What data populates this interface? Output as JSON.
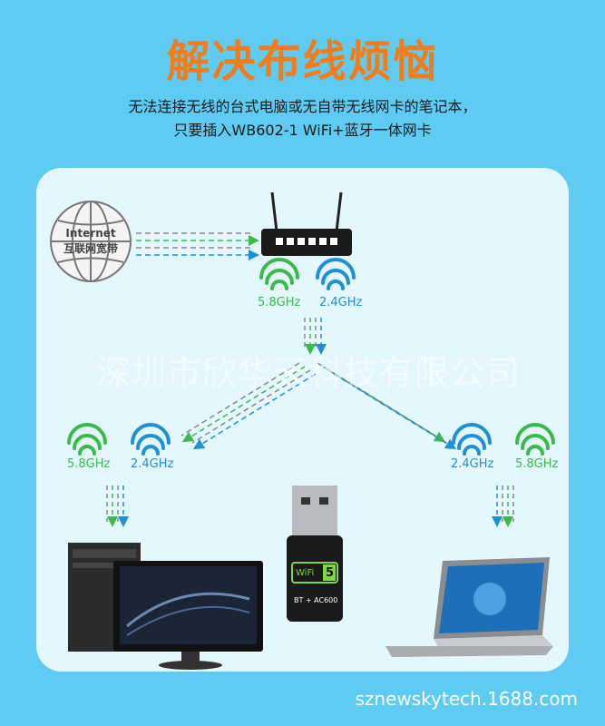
{
  "headline": "解决布线烦恼",
  "subtitle_line1": "无法连接无线的台式电脑或无自带无线网卡的笔记本，",
  "subtitle_line2": "只要插入WB602-1 WiFi+蓝牙一体网卡",
  "globe": {
    "label_top": "Internet",
    "label_bottom": "互联网宽带"
  },
  "bands": {
    "band_5g": "5.8GHz",
    "band_24g": "2.4GHz"
  },
  "watermark": "深圳市欣华天科技有限公司",
  "adapter": {
    "badge_text": "WiFi",
    "badge_number": "5",
    "model_text": "BT + AC600"
  },
  "site_url": "sznewskytech.1688.com",
  "colors": {
    "headline": "#f07d1c",
    "background": "#5fcbf2",
    "panel": "#e4f7fe",
    "band_5g": "#3cb94b",
    "band_24g": "#1f8fd6"
  },
  "icons": [
    "globe-icon",
    "router-icon",
    "wifi-signal-icon",
    "desktop-computer-icon",
    "laptop-icon",
    "usb-adapter-icon",
    "arrow-down-icon"
  ]
}
